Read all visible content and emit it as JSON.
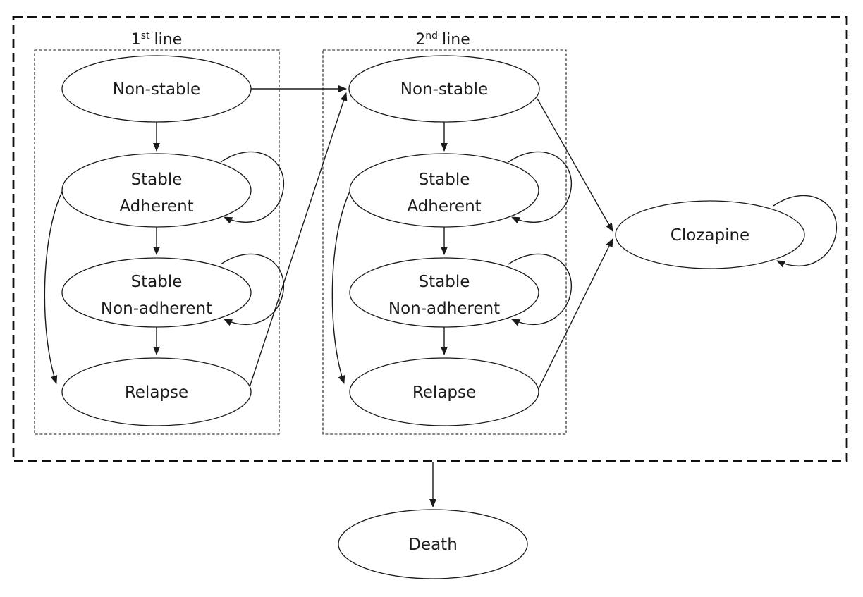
{
  "title": "Markov model state-transition diagram",
  "colors": {
    "stroke": "#1a1a1a",
    "background": "#ffffff"
  },
  "groups": {
    "first_line": {
      "number": "1",
      "ordinal": "st",
      "word": "line"
    },
    "second_line": {
      "number": "2",
      "ordinal": "nd",
      "word": "line"
    }
  },
  "nodes": {
    "first_non_stable": {
      "label": "Non-stable"
    },
    "first_stable_adherent": {
      "line1": "Stable",
      "line2": "Adherent"
    },
    "first_stable_non_adherent": {
      "line1": "Stable",
      "line2": "Non-adherent"
    },
    "first_relapse": {
      "label": "Relapse"
    },
    "second_non_stable": {
      "label": "Non-stable"
    },
    "second_stable_adherent": {
      "line1": "Stable",
      "line2": "Adherent"
    },
    "second_stable_non_adherent": {
      "line1": "Stable",
      "line2": "Non-adherent"
    },
    "second_relapse": {
      "label": "Relapse"
    },
    "clozapine": {
      "label": "Clozapine"
    },
    "death": {
      "label": "Death"
    }
  },
  "edges": [
    {
      "from": "1st line Non-stable",
      "to": "1st line Stable Adherent",
      "type": "arrow"
    },
    {
      "from": "1st line Stable Adherent",
      "to": "1st line Stable Adherent",
      "type": "self-loop"
    },
    {
      "from": "1st line Stable Adherent",
      "to": "1st line Stable Non-adherent",
      "type": "arrow"
    },
    {
      "from": "1st line Stable Adherent",
      "to": "1st line Relapse",
      "type": "arrow"
    },
    {
      "from": "1st line Stable Non-adherent",
      "to": "1st line Stable Non-adherent",
      "type": "self-loop"
    },
    {
      "from": "1st line Stable Non-adherent",
      "to": "1st line Relapse",
      "type": "arrow"
    },
    {
      "from": "1st line Non-stable",
      "to": "2nd line Non-stable",
      "type": "arrow"
    },
    {
      "from": "1st line Relapse",
      "to": "2nd line Non-stable",
      "type": "arrow"
    },
    {
      "from": "2nd line Non-stable",
      "to": "2nd line Stable Adherent",
      "type": "arrow"
    },
    {
      "from": "2nd line Stable Adherent",
      "to": "2nd line Stable Adherent",
      "type": "self-loop"
    },
    {
      "from": "2nd line Stable Adherent",
      "to": "2nd line Stable Non-adherent",
      "type": "arrow"
    },
    {
      "from": "2nd line Stable Adherent",
      "to": "2nd line Relapse",
      "type": "arrow"
    },
    {
      "from": "2nd line Stable Non-adherent",
      "to": "2nd line Stable Non-adherent",
      "type": "self-loop"
    },
    {
      "from": "2nd line Stable Non-adherent",
      "to": "2nd line Relapse",
      "type": "arrow"
    },
    {
      "from": "2nd line Non-stable",
      "to": "Clozapine",
      "type": "arrow"
    },
    {
      "from": "2nd line Relapse",
      "to": "Clozapine",
      "type": "arrow"
    },
    {
      "from": "Clozapine",
      "to": "Clozapine",
      "type": "self-loop"
    },
    {
      "from": "All model states",
      "to": "Death",
      "type": "arrow"
    }
  ]
}
